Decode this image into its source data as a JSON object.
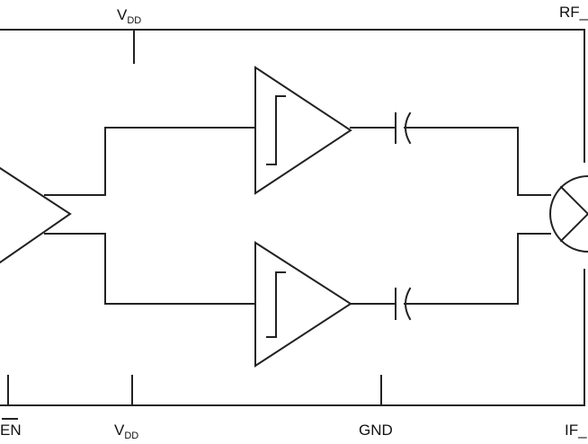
{
  "labels": {
    "vdd_top": {
      "main": "V",
      "sub": "DD"
    },
    "rf_top": "RF_",
    "en": "EN",
    "vdd_bottom": {
      "main": "V",
      "sub": "DD"
    },
    "gnd": "GND",
    "if_bottom": "IF_"
  },
  "colors": {
    "line": "#222222",
    "background": "#ffffff"
  }
}
